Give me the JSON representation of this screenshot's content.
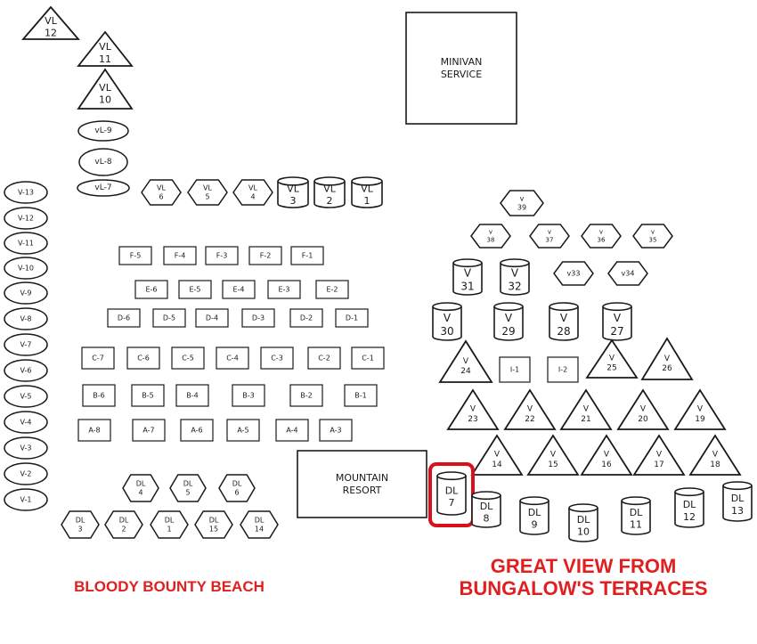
{
  "colors": {
    "ink": "#1a1a1a",
    "highlight": "#d9101a",
    "caption": "#e02020"
  },
  "facilities": {
    "minivan": [
      "MINIVAN",
      "SERVICE"
    ],
    "resort": [
      "MOUNTAIN",
      "RESORT"
    ]
  },
  "captions": {
    "beach": "BLOODY BOUNTY BEACH",
    "view_line1": "GREAT VIEW FROM",
    "view_line2": "BUNGALOW'S TERRACES"
  },
  "highlighted": "DL 7",
  "bungalows": {
    "vl_triangles": [
      [
        "VL",
        "12"
      ],
      [
        "VL",
        "11"
      ],
      [
        "VL",
        "10"
      ]
    ],
    "vl_ovals": [
      "vL-9",
      "vL-8",
      "vL-7"
    ],
    "vl_hexes": [
      [
        "VL",
        "6"
      ],
      [
        "VL",
        "5"
      ],
      [
        "VL",
        "4"
      ]
    ],
    "vl_cylinders": [
      [
        "VL",
        "3"
      ],
      [
        "VL",
        "2"
      ],
      [
        "VL",
        "1"
      ]
    ],
    "v_ovals": [
      "V-13",
      "V-12",
      "V-11",
      "V-10",
      "V-9",
      "V-8",
      "V-7",
      "V-6",
      "V-5",
      "V-4",
      "V-3",
      "V-2",
      "V-1"
    ],
    "row_f": [
      "F-5",
      "F-4",
      "F-3",
      "F-2",
      "F-1"
    ],
    "row_e": [
      "E-6",
      "E-5",
      "E-4",
      "E-3",
      "E-2"
    ],
    "row_d": [
      "D-6",
      "D-5",
      "D-4",
      "D-3",
      "D-2",
      "D-1"
    ],
    "row_c": [
      "C-7",
      "C-6",
      "C-5",
      "C-4",
      "C-3",
      "C-2",
      "C-1"
    ],
    "row_b": [
      "B-6",
      "B-5",
      "B-4",
      "B-3",
      "B-2",
      "B-1"
    ],
    "row_a": [
      "A-8",
      "A-7",
      "A-6",
      "A-5",
      "A-4",
      "A-3"
    ],
    "dl_hexes_top": [
      [
        "DL",
        "4"
      ],
      [
        "DL",
        "5"
      ],
      [
        "DL",
        "6"
      ]
    ],
    "dl_hexes_bottom": [
      [
        "DL",
        "3"
      ],
      [
        "DL",
        "2"
      ],
      [
        "DL",
        "1"
      ],
      [
        "DL",
        "15"
      ],
      [
        "DL",
        "14"
      ]
    ],
    "v_hex_39": [
      "v",
      "39"
    ],
    "v_hex_row": [
      [
        "v",
        "38"
      ],
      [
        "v",
        "37"
      ],
      [
        "v",
        "36"
      ],
      [
        "v",
        "35"
      ]
    ],
    "v_cyl_31_32": [
      [
        "V",
        "31"
      ],
      [
        "V",
        "32"
      ]
    ],
    "v_hex_small": [
      "v33",
      "v34"
    ],
    "v_cyl_row": [
      [
        "V",
        "30"
      ],
      [
        "V",
        "29"
      ],
      [
        "V",
        "28"
      ],
      [
        "V",
        "27"
      ]
    ],
    "tri_row1": [
      [
        "V",
        "24"
      ],
      [
        "V",
        "25"
      ],
      [
        "V",
        "26"
      ]
    ],
    "squares_i": [
      "I-1",
      "I-2"
    ],
    "tri_row2": [
      [
        "V",
        "23"
      ],
      [
        "V",
        "22"
      ],
      [
        "V",
        "21"
      ],
      [
        "V",
        "20"
      ],
      [
        "V",
        "19"
      ]
    ],
    "tri_row3": [
      [
        "V",
        "14"
      ],
      [
        "V",
        "15"
      ],
      [
        "V",
        "16"
      ],
      [
        "V",
        "17"
      ],
      [
        "V",
        "18"
      ]
    ],
    "dl_cylinders": [
      [
        "DL",
        "7"
      ],
      [
        "DL",
        "8"
      ],
      [
        "DL",
        "9"
      ],
      [
        "DL",
        "10"
      ],
      [
        "DL",
        "11"
      ],
      [
        "DL",
        "12"
      ],
      [
        "DL",
        "13"
      ]
    ]
  }
}
